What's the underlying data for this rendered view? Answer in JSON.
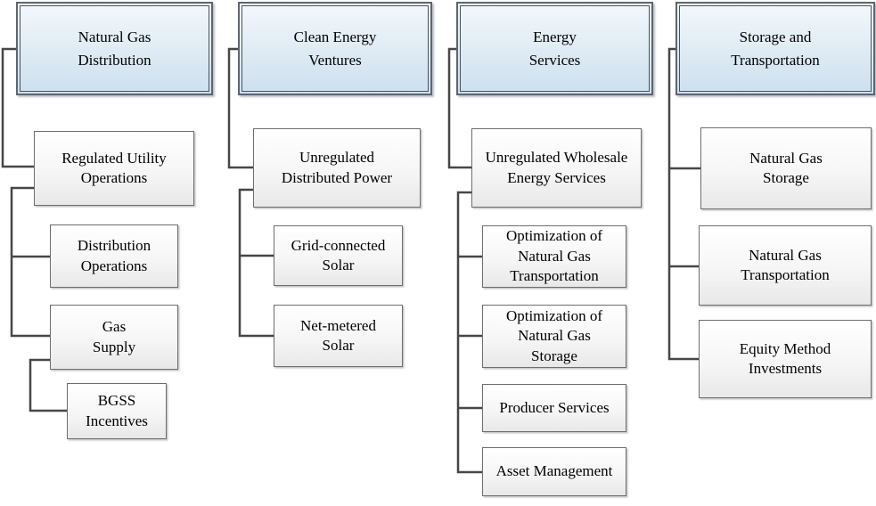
{
  "diagram": {
    "type": "org-hierarchy",
    "style": {
      "header_fill_top": "#f3f8fc",
      "header_fill_bottom": "#cddfee",
      "header_border": "#5d6670",
      "child_fill_top": "#ffffff",
      "child_fill_bottom": "#e8e8e8",
      "child_border": "#6e6e6e",
      "connector_color": "#474747",
      "text_color": "#000000"
    },
    "columns": [
      {
        "header": {
          "label": "Natural Gas\nDistribution"
        },
        "children": [
          {
            "label": "Regulated Utility\nOperations"
          },
          {
            "label": "Distribution\nOperations"
          },
          {
            "label": "Gas\nSupply"
          },
          {
            "label": "BGSS\nIncentives"
          }
        ]
      },
      {
        "header": {
          "label": "Clean Energy\nVentures"
        },
        "children": [
          {
            "label": "Unregulated\nDistributed Power"
          },
          {
            "label": "Grid-connected\nSolar"
          },
          {
            "label": "Net-metered\nSolar"
          }
        ]
      },
      {
        "header": {
          "label": "Energy\nServices"
        },
        "children": [
          {
            "label": "Unregulated Wholesale\nEnergy Services"
          },
          {
            "label": "Optimization of\nNatural Gas\nTransportation"
          },
          {
            "label": "Optimization of\nNatural Gas\nStorage"
          },
          {
            "label": "Producer Services"
          },
          {
            "label": "Asset Management"
          }
        ]
      },
      {
        "header": {
          "label": "Storage and\nTransportation"
        },
        "children": [
          {
            "label": "Natural Gas\nStorage"
          },
          {
            "label": "Natural Gas\nTransportation"
          },
          {
            "label": "Equity Method\nInvestments"
          }
        ]
      }
    ]
  }
}
